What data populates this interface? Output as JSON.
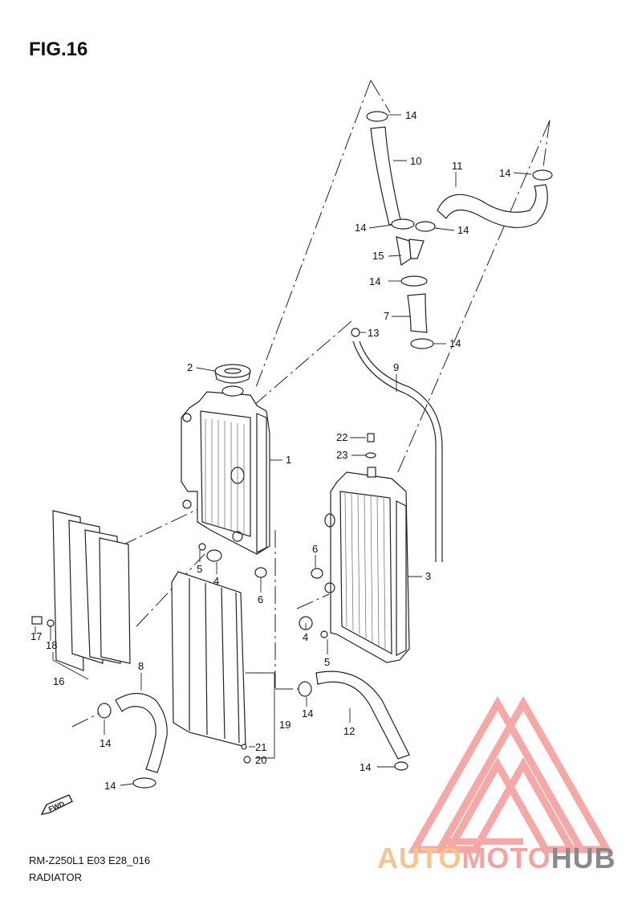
{
  "figure": {
    "title": "FIG.16"
  },
  "footer": {
    "code": "RM-Z250L1 E03 E28_016",
    "name": "RADIATOR"
  },
  "fwd_label": "FWD",
  "watermark": {
    "part1": "AUTO",
    "part2": "MOTO",
    "part3": "HUB",
    "color_orange": "#f5c48f",
    "color_red": "#f4a3a0",
    "color_gray": "#8a8a8a"
  },
  "callouts": [
    "1",
    "2",
    "3",
    "4",
    "4",
    "5",
    "5",
    "6",
    "6",
    "7",
    "8",
    "9",
    "10",
    "11",
    "12",
    "13",
    "14",
    "14",
    "14",
    "14",
    "14",
    "14",
    "14",
    "14",
    "14",
    "14",
    "15",
    "16",
    "17",
    "18",
    "19",
    "20",
    "21",
    "22",
    "23"
  ]
}
